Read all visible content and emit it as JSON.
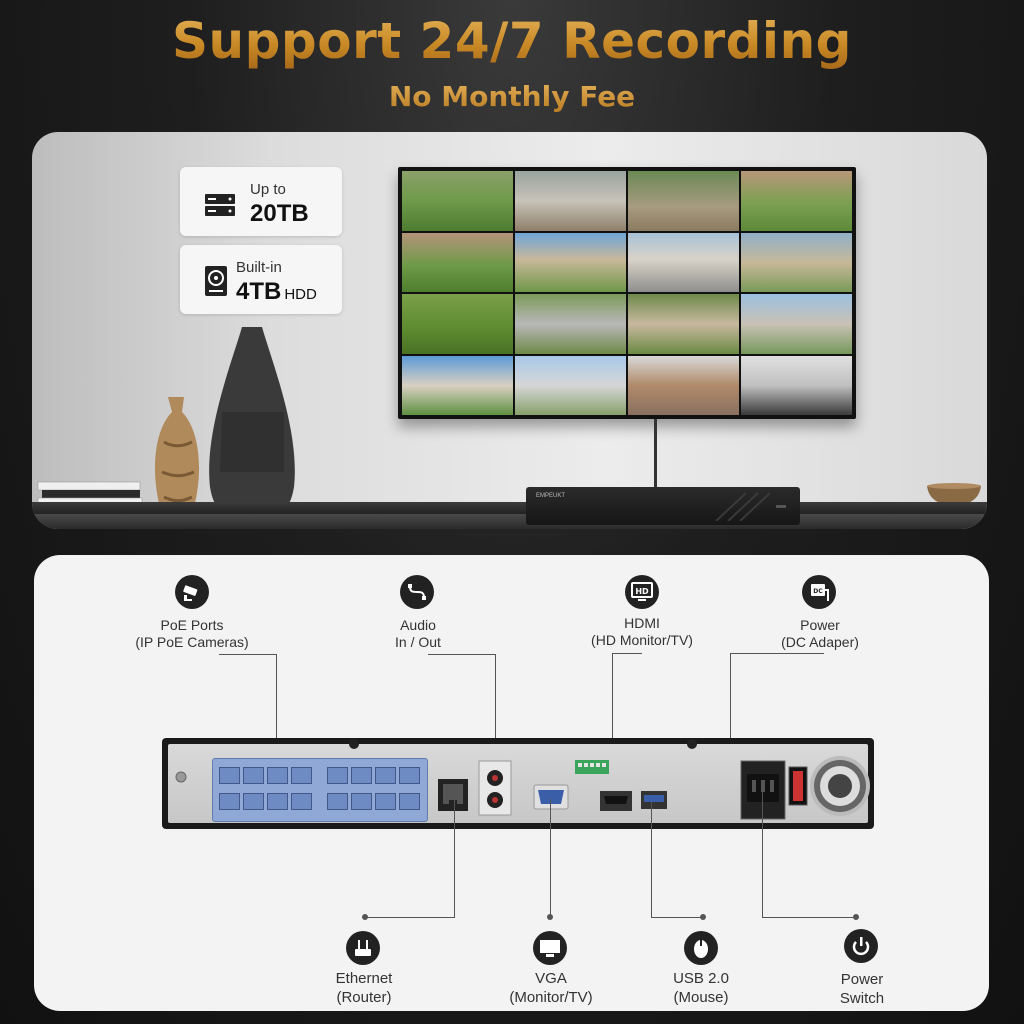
{
  "header": {
    "title": "Support 24/7 Recording",
    "subtitle": "No Monthly Fee"
  },
  "badges": {
    "capacity": {
      "small": "Up to",
      "big": "20TB",
      "icon": "server-icon"
    },
    "hdd": {
      "small": "Built-in",
      "big": "4TB",
      "unit": "HDD",
      "icon": "hard-drive-icon"
    }
  },
  "nvr_logo": "EMPEUKT",
  "callouts_top": [
    {
      "id": "poe",
      "line1": "PoE Ports",
      "line2": "(IP PoE Cameras)",
      "icon": "cctv-camera-icon"
    },
    {
      "id": "audio",
      "line1": "Audio",
      "line2": "In / Out",
      "icon": "audio-cable-icon"
    },
    {
      "id": "hdmi",
      "line1": "HDMI",
      "line2": "(HD Monitor/TV)",
      "icon": "hd-monitor-icon"
    },
    {
      "id": "power",
      "line1": "Power",
      "line2": "(DC Adaper)",
      "icon": "dc-adapter-icon"
    }
  ],
  "callouts_bottom": [
    {
      "id": "ethernet",
      "line1": "Ethernet",
      "line2": "(Router)",
      "icon": "router-icon"
    },
    {
      "id": "vga",
      "line1": "VGA",
      "line2": "(Monitor/TV)",
      "icon": "vga-monitor-icon"
    },
    {
      "id": "usb",
      "line1": "USB 2.0",
      "line2": "(Mouse)",
      "icon": "mouse-icon"
    },
    {
      "id": "switch",
      "line1": "Power",
      "line2": "Switch",
      "icon": "power-button-icon"
    }
  ],
  "icon_texts": {
    "hd": "HD",
    "dc": "DC"
  },
  "colors": {
    "gold": "#c98a26",
    "poe_blue": "#8fa8d6",
    "panel": "#f3f3f3",
    "dark": "#1a1a1a"
  }
}
